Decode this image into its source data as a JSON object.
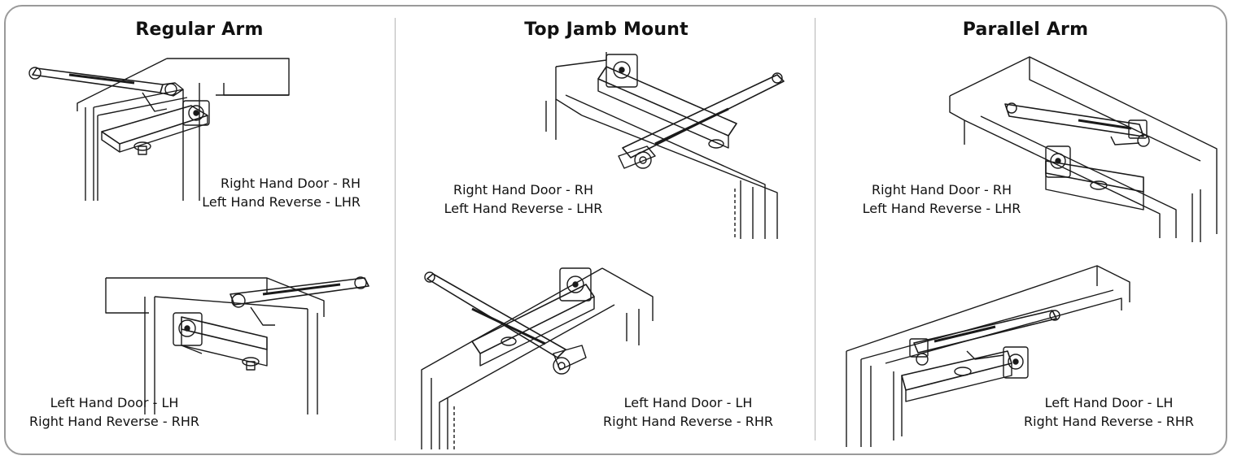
{
  "columns": [
    {
      "title": "Regular Arm",
      "top": {
        "door": "Right Hand Door - RH",
        "reverse": "Left Hand Reverse - LHR"
      },
      "bottom": {
        "door": "Left Hand Door - LH",
        "reverse": "Right Hand Reverse - RHR"
      }
    },
    {
      "title": "Top Jamb Mount",
      "top": {
        "door": "Right Hand Door - RH",
        "reverse": "Left Hand Reverse - LHR"
      },
      "bottom": {
        "door": "Left Hand Door - LH",
        "reverse": "Right Hand Reverse - RHR"
      }
    },
    {
      "title": "Parallel Arm",
      "top": {
        "door": "Right Hand Door - RH",
        "reverse": "Left Hand Reverse - LHR"
      },
      "bottom": {
        "door": "Left Hand Door - LH",
        "reverse": "Right Hand Reverse - RHR"
      }
    }
  ],
  "colors": {
    "line": "#1a1a1a",
    "frame": "#9a9a9a",
    "divider": "#b5b5b5"
  },
  "icons": [
    "door-closer-regular-arm",
    "door-closer-top-jamb",
    "door-closer-parallel-arm"
  ]
}
